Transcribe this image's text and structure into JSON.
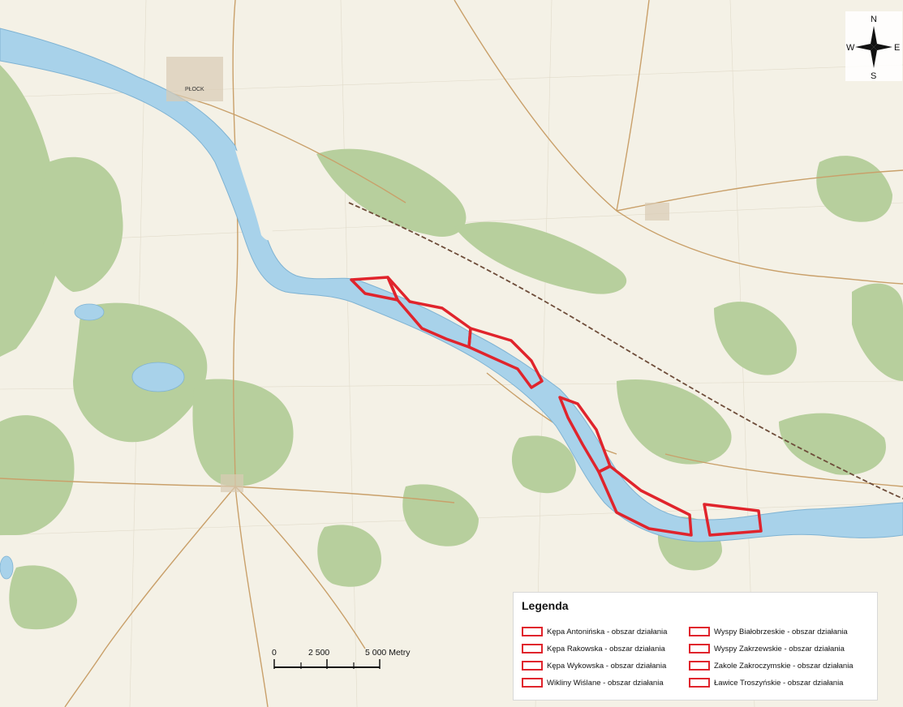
{
  "map": {
    "town_labels": [
      "PŁOCK"
    ],
    "colors": {
      "background": "#f4f1e6",
      "forest": "#b7cf9d",
      "water": "#a8d2ea",
      "road": "#c9a06a",
      "railway": "#6e4d3a",
      "boundary": "#e0242c"
    }
  },
  "compass": {
    "n": "N",
    "s": "S",
    "e": "E",
    "w": "W"
  },
  "scalebar": {
    "tick_labels": [
      "0",
      "2 500",
      "5 000 Metry"
    ]
  },
  "legend": {
    "title": "Legenda",
    "swatch_color": "#e0242c",
    "items": [
      "Kępa Antonińska - obszar działania",
      "Kępa Rakowska - obszar działania",
      "Kępa Wykowska - obszar działania",
      "Wikliny Wiślane - obszar działania",
      "Wyspy Białobrzeskie - obszar działania",
      "Wyspy Zakrzewskie - obszar działania",
      "Zakole Zakroczymskie - obszar działania",
      "Ławice Troszyńskie - obszar działania"
    ]
  }
}
